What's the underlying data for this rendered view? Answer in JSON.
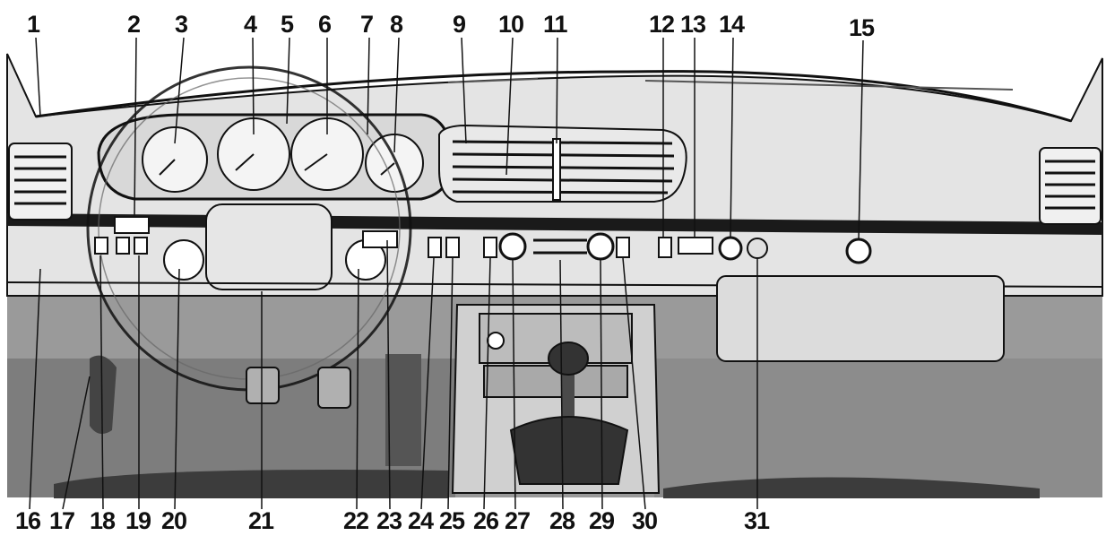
{
  "top_callouts": [
    "1",
    "2",
    "3",
    "4",
    "5",
    "6",
    "7",
    "8",
    "9",
    "10",
    "11",
    "12",
    "13",
    "14",
    "15"
  ],
  "bottom_callouts": [
    "16",
    "17",
    "18",
    "19",
    "20",
    "21",
    "22",
    "23",
    "24",
    "25",
    "26",
    "27",
    "28",
    "29",
    "30",
    "31"
  ],
  "colors": {
    "line": "#111111",
    "dash": "#e6e6e6",
    "floor": "#8a8a8a",
    "lower": "#c9c9c9"
  }
}
